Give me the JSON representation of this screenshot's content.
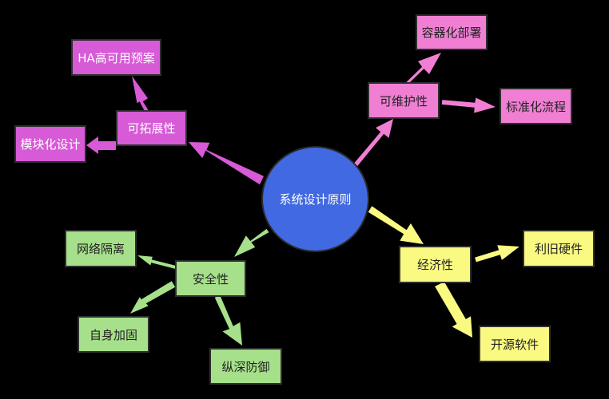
{
  "diagram": {
    "root": {
      "label": "系统设计原则",
      "color": "#4169e1"
    },
    "branches": [
      {
        "label": "可拓展性",
        "color": "#d75ad7",
        "children": [
          {
            "label": "HA高可用预案"
          },
          {
            "label": "模块化设计"
          }
        ]
      },
      {
        "label": "可维护性",
        "color": "#f07fd4",
        "children": [
          {
            "label": "容器化部署"
          },
          {
            "label": "标准化流程"
          }
        ]
      },
      {
        "label": "安全性",
        "color": "#a6e08b",
        "children": [
          {
            "label": "网络隔离"
          },
          {
            "label": "自身加固"
          },
          {
            "label": "纵深防御"
          }
        ]
      },
      {
        "label": "经济性",
        "color": "#fafa82",
        "children": [
          {
            "label": "利旧硬件"
          },
          {
            "label": "开源软件"
          }
        ]
      }
    ]
  }
}
